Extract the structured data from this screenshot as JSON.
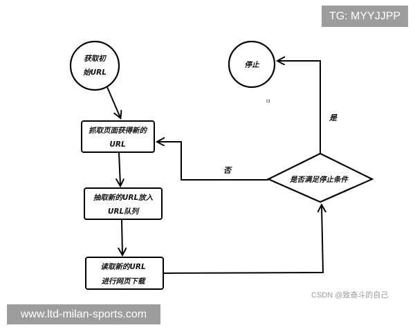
{
  "watermarks": {
    "tg": "TG: MYYJJPP",
    "site": "www.ltd-milan-sports.com",
    "csdn": "CSDN @致奋斗的自己"
  },
  "flowchart": {
    "start": {
      "line1": "获取初",
      "line2": "始URL"
    },
    "fetch": {
      "line1": "抓取页面获得新的",
      "line2": "URL"
    },
    "extract": {
      "line1": "抽取新的URL放入",
      "line2": "URL队列"
    },
    "download": {
      "line1": "读取新的URL",
      "line2": "进行网页下载"
    },
    "decision": {
      "label": "是否满足停止条件"
    },
    "stop": {
      "label": "停止"
    },
    "edges": {
      "yes": "是",
      "no": "否"
    },
    "small_mark": "ㅁ"
  }
}
